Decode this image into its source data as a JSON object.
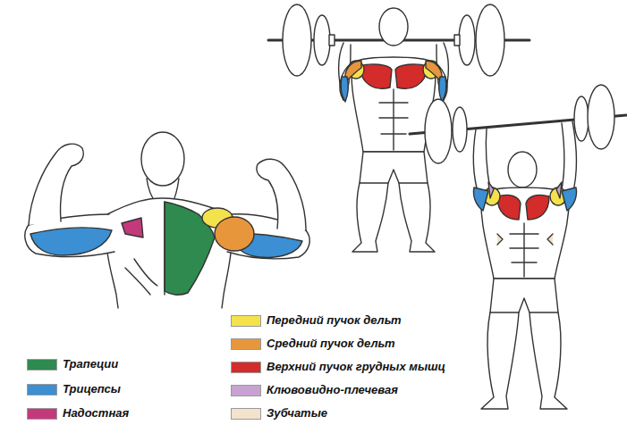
{
  "diagram": {
    "legend": [
      {
        "text": "Трапеции",
        "color": "#2e8a4e"
      },
      {
        "text": "Трицепсы",
        "color": "#3b8fd2"
      },
      {
        "text": "Надостная",
        "color": "#c23a7c"
      },
      {
        "text": "Передний пучок дельт",
        "color": "#f4e24c"
      },
      {
        "text": "Средний пучок дельт",
        "color": "#e8963c"
      },
      {
        "text": "Верхний пучок грудных мышц",
        "color": "#d42b2b"
      },
      {
        "text": "Клювовидно-плечевая",
        "color": "#c8a2d2"
      },
      {
        "text": "Зубчатые",
        "color": "#f3e2cc"
      }
    ]
  }
}
